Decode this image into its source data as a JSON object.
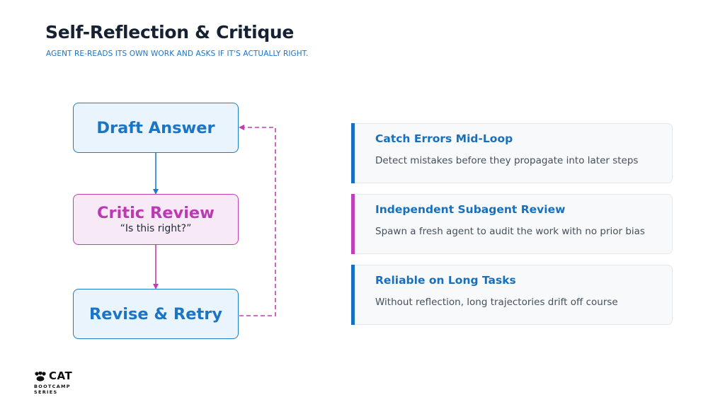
{
  "header": {
    "title": "Self-Reflection & Critique",
    "subtitle": "AGENT RE-READS ITS OWN WORK AND ASKS IF IT'S ACTUALLY RIGHT."
  },
  "flow": {
    "draft": {
      "label": "Draft Answer"
    },
    "critic": {
      "label": "Critic Review",
      "sublabel": "“Is this right?”"
    },
    "revise": {
      "label": "Revise & Retry"
    }
  },
  "cards": [
    {
      "title": "Catch Errors Mid-Loop",
      "description": "Detect mistakes before they propagate into later steps",
      "accent": "#1670c0"
    },
    {
      "title": "Independent Subagent Review",
      "description": "Spawn a fresh agent to audit the work with no prior bias",
      "accent": "#bf40b7"
    },
    {
      "title": "Reliable on Long Tasks",
      "description": "Without reflection, long trajectories drift off course",
      "accent": "#1670c0"
    }
  ],
  "colors": {
    "blue": "#1d7ccd",
    "pink": "#c13fb6",
    "dark": "#162233"
  },
  "logo": {
    "name": "CAT",
    "line1": "BOOTCAMP",
    "line2": "SERIES"
  }
}
